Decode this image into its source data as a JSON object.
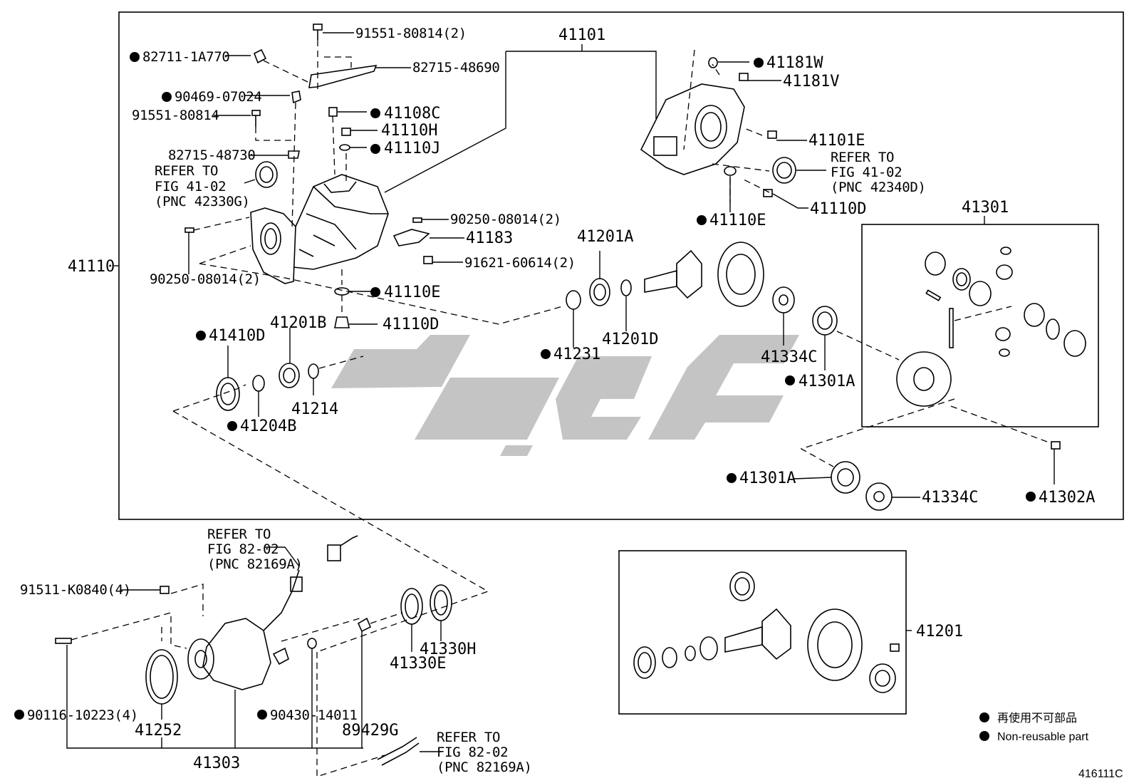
{
  "diagram_code": "416111C",
  "legend": {
    "chinese_label": "再使用不可部品",
    "english_label": "Non-reusable part"
  },
  "assemblies": {
    "carrier_assy": "41110",
    "case_sub_assy": "41101",
    "diff_case_assy": "41301",
    "ring_pinion_kit": "41201",
    "coupling_assy": "41303"
  },
  "parts": [
    {
      "id": "p01",
      "number": "91551-80814(2)",
      "nonreusable": false
    },
    {
      "id": "p02",
      "number": "82711-1A770",
      "nonreusable": true
    },
    {
      "id": "p03",
      "number": "82715-48690",
      "nonreusable": false
    },
    {
      "id": "p04",
      "number": "90469-07024",
      "nonreusable": true
    },
    {
      "id": "p05",
      "number": "91551-80814",
      "nonreusable": false
    },
    {
      "id": "p06",
      "number": "82715-48730",
      "nonreusable": false
    },
    {
      "id": "p07",
      "number": "41108C",
      "nonreusable": true
    },
    {
      "id": "p08",
      "number": "41110H",
      "nonreusable": false
    },
    {
      "id": "p09",
      "number": "41110J",
      "nonreusable": true
    },
    {
      "id": "p10",
      "number": "41181W",
      "nonreusable": true
    },
    {
      "id": "p11",
      "number": "41181V",
      "nonreusable": false
    },
    {
      "id": "p12",
      "number": "41101E",
      "nonreusable": false
    },
    {
      "id": "p13",
      "number": "41110D",
      "nonreusable": false
    },
    {
      "id": "p14",
      "number": "41110E",
      "nonreusable": true
    },
    {
      "id": "p15",
      "number": "90250-08014(2)",
      "nonreusable": false
    },
    {
      "id": "p16",
      "number": "41183",
      "nonreusable": false
    },
    {
      "id": "p17",
      "number": "91621-60614(2)",
      "nonreusable": false
    },
    {
      "id": "p18",
      "number": "90250-08014(2)",
      "nonreusable": false
    },
    {
      "id": "p19",
      "number": "41110E",
      "nonreusable": true
    },
    {
      "id": "p20",
      "number": "41110D",
      "nonreusable": false
    },
    {
      "id": "p21",
      "number": "41201A",
      "nonreusable": false
    },
    {
      "id": "p22",
      "number": "41201B",
      "nonreusable": false
    },
    {
      "id": "p23",
      "number": "41410D",
      "nonreusable": true
    },
    {
      "id": "p24",
      "number": "41214",
      "nonreusable": false
    },
    {
      "id": "p25",
      "number": "41204B",
      "nonreusable": true
    },
    {
      "id": "p26",
      "number": "41231",
      "nonreusable": true
    },
    {
      "id": "p27",
      "number": "41201D",
      "nonreusable": false
    },
    {
      "id": "p28",
      "number": "41334C",
      "nonreusable": false
    },
    {
      "id": "p29",
      "number": "41301A",
      "nonreusable": true
    },
    {
      "id": "p30",
      "number": "41301A",
      "nonreusable": true
    },
    {
      "id": "p31",
      "number": "41334C",
      "nonreusable": false
    },
    {
      "id": "p32",
      "number": "41302A",
      "nonreusable": true
    },
    {
      "id": "p33",
      "number": "91511-K0840(4)",
      "nonreusable": false
    },
    {
      "id": "p34",
      "number": "90116-10223(4)",
      "nonreusable": true
    },
    {
      "id": "p35",
      "number": "41252",
      "nonreusable": false
    },
    {
      "id": "p36",
      "number": "90430-14011",
      "nonreusable": true
    },
    {
      "id": "p37",
      "number": "89429G",
      "nonreusable": false
    },
    {
      "id": "p38",
      "number": "41330E",
      "nonreusable": false
    },
    {
      "id": "p39",
      "number": "41330H",
      "nonreusable": false
    }
  ],
  "references": [
    {
      "id": "r1",
      "refer": "REFER TO",
      "fig": "FIG 41-02",
      "pnc": "(PNC 42330G)"
    },
    {
      "id": "r2",
      "refer": "REFER TO",
      "fig": "FIG 41-02",
      "pnc": "(PNC 42340D)"
    },
    {
      "id": "r3",
      "refer": "REFER TO",
      "fig": "FIG 82-02",
      "pnc": "(PNC 82169A)"
    },
    {
      "id": "r4",
      "refer": "REFER TO",
      "fig": "FIG 82-02",
      "pnc": "(PNC 82169A)"
    }
  ]
}
